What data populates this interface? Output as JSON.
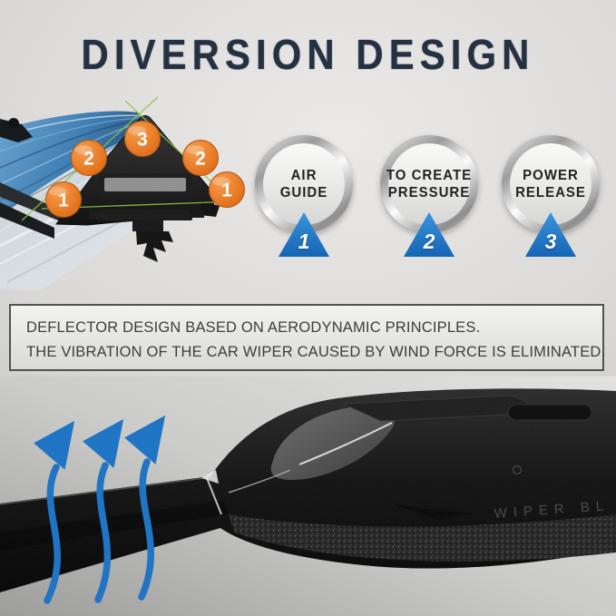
{
  "title": "DIVERSION DESIGN",
  "colors": {
    "title_navy": "#1e2c3e",
    "marker_orange": "#e8742a",
    "feature_triangle_blue": "#1e7bc8",
    "airflow_arrow_blue": "#1a72c4",
    "guide_line_green": "#8cc63f"
  },
  "cross_section_diagram": {
    "markers": [
      {
        "label": "1"
      },
      {
        "label": "2"
      },
      {
        "label": "3"
      },
      {
        "label": "2"
      },
      {
        "label": "1"
      }
    ]
  },
  "features": [
    {
      "number": "1",
      "lines": [
        "AIR",
        "GUIDE"
      ]
    },
    {
      "number": "2",
      "lines": [
        "TO CREATE",
        "PRESSURE"
      ]
    },
    {
      "number": "3",
      "lines": [
        "POWER",
        "RELEASE"
      ]
    }
  ],
  "description": {
    "line1": "DEFLECTOR DESIGN BASED ON AERODYNAMIC PRINCIPLES.",
    "line2": "THE VIBRATION OF THE CAR WIPER CAUSED BY WIND FORCE IS ELIMINATED."
  },
  "photo": {
    "embossed_text": "WIPER BL"
  }
}
